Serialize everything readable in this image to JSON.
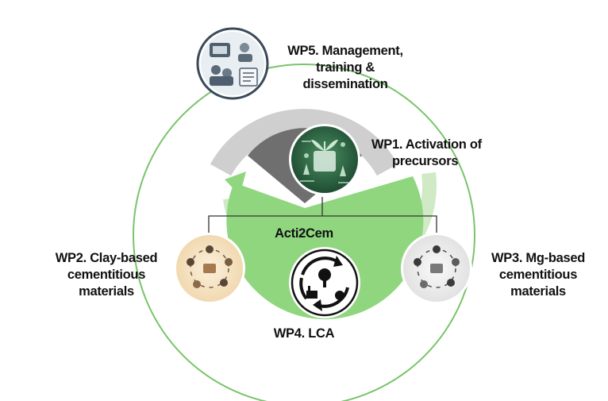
{
  "center_title": "Acti2Cem",
  "work_packages": {
    "wp1": {
      "lines": [
        "WP1. Activation of",
        "precursors"
      ],
      "icon": "lab-equipment-icon"
    },
    "wp2": {
      "lines": [
        "WP2. Clay-based",
        "cementitious",
        "materials"
      ],
      "icon": "materials-cycle-icon"
    },
    "wp3": {
      "lines": [
        "WP3. Mg-based",
        "cementitious",
        "materials"
      ],
      "icon": "materials-cycle-icon"
    },
    "wp4": {
      "lines": [
        "WP4. LCA"
      ],
      "icon": "life-cycle-icon"
    },
    "wp5": {
      "lines": [
        "WP5. Management,",
        "training &",
        "dissemination"
      ],
      "icon": "team-meeting-icon"
    }
  },
  "colors": {
    "green_light": "#8fd67f",
    "green_pale": "#c4e8b8",
    "green_ring": "#79c46a",
    "grey_dark": "#6e6e6e",
    "grey_light": "#c8c8c8",
    "circuit_green": "#2e6b45",
    "clay_bg": "#f5e3c4",
    "mg_bg": "#eeeeee"
  }
}
